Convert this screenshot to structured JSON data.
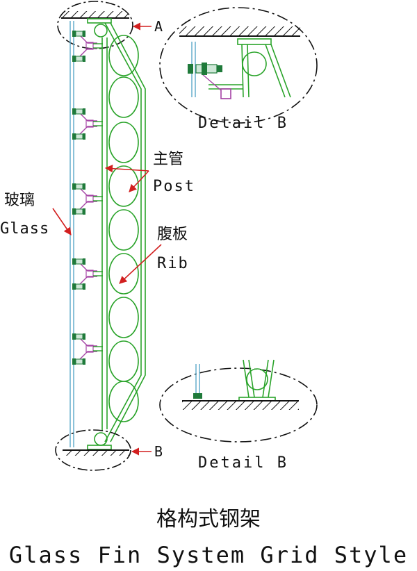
{
  "labels": {
    "ref_top": "A",
    "ref_bottom": "B",
    "detail_top": "Detail B",
    "detail_bottom": "Detail B",
    "post_cn": "主管",
    "post_en": "Post",
    "glass_cn": "玻璃",
    "glass_en": "Glass",
    "rib_cn": "腹板",
    "rib_en": "Rib",
    "title_cn": "格构式钢架",
    "title_en": "Glass Fin System Grid Style"
  },
  "colors": {
    "outline": "#111111",
    "steel": "#29a329",
    "glass": "#5aa9c9",
    "leader": "#d21f1f",
    "bracket": "#a646a6"
  }
}
